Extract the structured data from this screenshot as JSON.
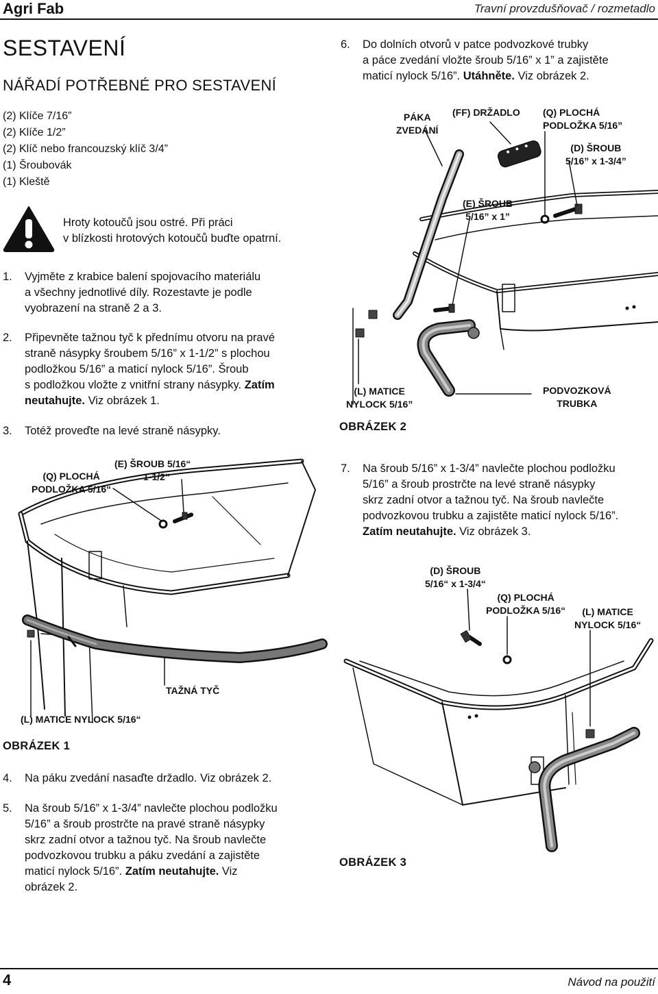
{
  "header": {
    "brand": "Agri Fab",
    "product": "Travní provzdušňovač / rozmetadlo"
  },
  "section": {
    "title": "SESTAVENÍ",
    "tools_heading": "NÁŘADÍ POTŘEBNÉ PRO SESTAVENÍ",
    "tools": [
      "(2) Klíče 7/16”",
      "(2) Klíče 1/2”",
      "(2) Klíč nebo francouzský klíč 3/4”",
      "(1) Šroubovák",
      "(1) Kleště"
    ]
  },
  "warning": {
    "line1": "Hroty kotoučů jsou ostré. Při práci",
    "line2": "v blízkosti hrotových kotoučů buďte opatrní."
  },
  "steps": {
    "s1": {
      "num": "1.",
      "lines": [
        "Vyjměte z krabice balení spojovacího materiálu",
        "a všechny jednotlivé díly. Rozestavte je podle",
        "vyobrazení na straně 2 a 3."
      ]
    },
    "s2": {
      "num": "2.",
      "lines": [
        "Připevněte tažnou tyč k přednímu otvoru na pravé",
        "straně násypky šroubem 5/16” x 1-1/2” s plochou",
        "podložkou 5/16” a maticí nylock 5/16”. Šroub",
        "s podložkou vložte z vnitřní strany násypky."
      ],
      "bold": "Zatím",
      "bold2": "neutahujte.",
      "tail": " Viz obrázek 1.",
      "boldlead": ""
    },
    "s3": {
      "num": "3.",
      "text": "Totéž proveďte na levé straně násypky."
    },
    "s4": {
      "num": "4.",
      "text": "Na páku zvedání nasaďte držadlo. Viz obrázek 2."
    },
    "s5": {
      "num": "5.",
      "lines": [
        "Na šroub 5/16” x 1-3/4” navlečte plochou podložku",
        "5/16” a šroub prostrčte na pravé straně násypky",
        "skrz zadní otvor a tažnou tyč. Na šroub navlečte",
        "podvozkovou trubku a páku zvedání a zajistěte"
      ],
      "last_pre": "maticí nylock 5/16”. ",
      "last_bold": "Zatím neutahujte.",
      "last_post": " Viz",
      "final": "obrázek 2."
    },
    "s6": {
      "num": "6.",
      "line1": "Do dolních otvorů v patce podvozkové trubky",
      "line2": "a páce zvedání vložte šroub 5/16” x 1” a zajistěte",
      "line3_pre": "maticí nylock 5/16”. ",
      "line3_bold": "Utáhněte.",
      "line3_post": " Viz obrázek 2."
    },
    "s7": {
      "num": "7.",
      "lines": [
        "Na šroub 5/16” x 1-3/4” navlečte plochou podložku",
        "5/16” a šroub prostrčte na levé straně násypky",
        "skrz zadní otvor a tažnou tyč. Na šroub navlečte",
        "podvozkovou trubku a zajistěte maticí nylock 5/16”."
      ],
      "bold": "Zatím neutahujte.",
      "tail": " Viz obrázek 3."
    }
  },
  "fig1": {
    "caption": "OBRÁZEK 1",
    "label_bolt_1": "(E) ŠROUB 5/16“",
    "label_bolt_2": "1-1/2“",
    "label_washer_1": "(Q) PLOCHÁ",
    "label_washer_2": "PODLOŽKA 5/16“",
    "label_bar": "TAŽNÁ TYČ",
    "label_nut": "(L) MATICE NYLOCK 5/16“"
  },
  "fig2": {
    "caption": "OBRÁZEK 2",
    "label_lever_1": "PÁKA",
    "label_lever_2": "ZVEDÁNÍ",
    "label_handle": "(FF) DRŽADLO",
    "label_washer_1": "(Q) PLOCHÁ",
    "label_washer_2": "PODLOŽKA 5/16”",
    "label_boltd_1": "(D) ŠROUB",
    "label_boltd_2": "5/16” x 1-3/4”",
    "label_bolte_1": "(E) ŠROUB",
    "label_bolte_2": "5/16” x 1”",
    "label_nut_1": "(L) MATICE",
    "label_nut_2": "NYLOCK 5/16”",
    "label_tube_1": "PODVOZKOVÁ",
    "label_tube_2": "TRUBKA"
  },
  "fig3": {
    "caption": "OBRÁZEK 3",
    "label_bolt_1": "(D) ŠROUB",
    "label_bolt_2": "5/16“ x 1-3/4“",
    "label_washer_1": "(Q) PLOCHÁ",
    "label_washer_2": "PODLOŽKA 5/16“",
    "label_nut_1": "(L) MATICE",
    "label_nut_2": "NYLOCK 5/16“"
  },
  "footer": {
    "page": "4",
    "manual": "Návod na použití"
  }
}
